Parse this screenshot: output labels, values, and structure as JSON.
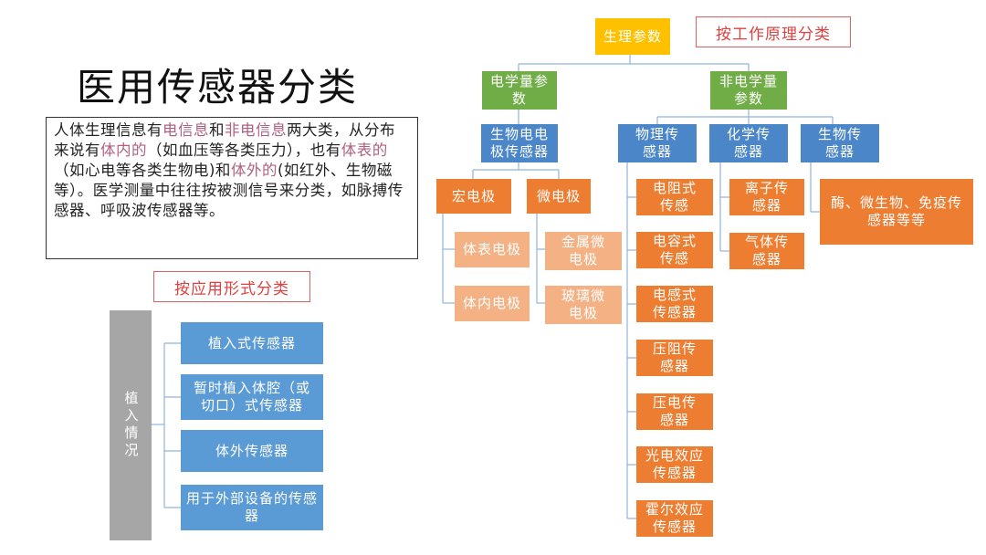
{
  "title": "医用传感器分类",
  "intro": {
    "s1": "人体生理信息有",
    "h1": "电信息",
    "s2": "和",
    "h2": "非电信息",
    "s3": "两大类，从分布来说有",
    "h3": "体内的",
    "s4": "（如血压等各类压力），也有",
    "h4": "体表的",
    "s5": "（如心电等各类生物电)和",
    "h5": "体外的",
    "s6": "(如红外、生物磁等）。医学测量中往往按被测信号来分类，如脉搏传感器、呼吸波传感器等。"
  },
  "principle": {
    "heading": "按工作原理分类",
    "root": "生理参数",
    "electric": "电学量参数",
    "nonelectric": "非电学量参数",
    "bioelectrode": "生物电电极传感器",
    "macro": "宏电极",
    "micro": "微电极",
    "surface": "体表电极",
    "internal": "体内电极",
    "metal": "金属微电极",
    "glass": "玻璃微电极",
    "physical": "物理传感器",
    "chemical": "化学传感器",
    "biological": "生物传感器",
    "physical_items": [
      "电阻式传感",
      "电容式传感",
      "电感式传感器",
      "压阻传感器",
      "压电传感器",
      "光电效应传感器",
      "霍尔效应传感器"
    ],
    "chemical_items": [
      "离子传感器",
      "气体传感器"
    ],
    "bio_items": [
      "酶、微生物、免疫传感器等等"
    ]
  },
  "application": {
    "heading": "按应用形式分类",
    "group": "植入情况",
    "items": [
      "植入式传感器",
      "暂时植入体腔（或切口）式传感器",
      "体外传感器",
      "用于外部设备的传感器"
    ]
  }
}
